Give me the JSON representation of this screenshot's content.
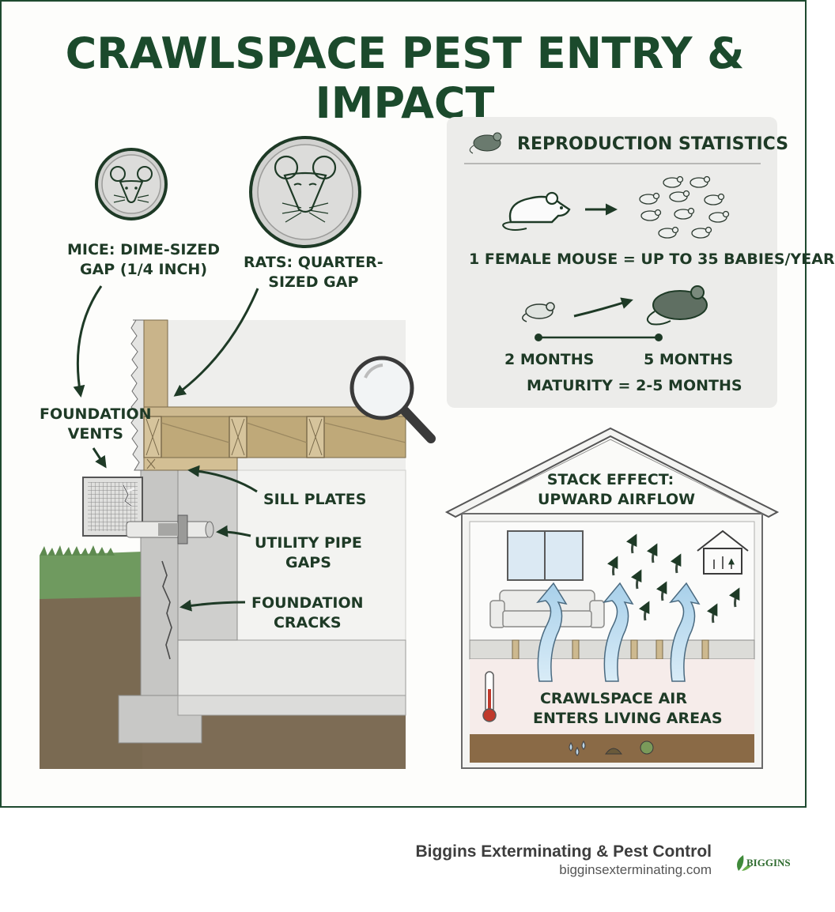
{
  "title": "CRAWLSPACE PEST ENTRY & IMPACT",
  "entry_points": {
    "mice_label_1": "MICE: DIME-SIZED",
    "mice_label_2": "GAP (1/4 INCH)",
    "rats_label_1": "RATS: QUARTER-",
    "rats_label_2": "SIZED GAP",
    "vents_1": "FOUNDATION",
    "vents_2": "VENTS",
    "sill": "SILL PLATES",
    "pipe_1": "UTILITY PIPE",
    "pipe_2": "GAPS",
    "cracks_1": "FOUNDATION",
    "cracks_2": "CRACKS"
  },
  "reproduction": {
    "heading": "REPRODUCTION STATISTICS",
    "babies_stat": "1 FEMALE MOUSE = UP TO 35 BABIES/YEAR",
    "start_label": "2 MONTHS",
    "end_label": "5 MONTHS",
    "maturity": "MATURITY = 2-5 MONTHS"
  },
  "stack_effect": {
    "heading_1": "STACK EFFECT:",
    "heading_2": "UPWARD AIRFLOW",
    "caption_1": "CRAWLSPACE AIR",
    "caption_2": "ENTERS LIVING AREAS"
  },
  "footer": {
    "company": "Biggins Exterminating & Pest Control",
    "url": "bigginsexterminating.com",
    "logo_text": "BIGGINS"
  },
  "colors": {
    "brand_green": "#1b4a2c",
    "soil": "#7a6a52",
    "grass": "#6f9a5f",
    "wood": "#c9b48a",
    "concrete": "#d4d4d2"
  }
}
